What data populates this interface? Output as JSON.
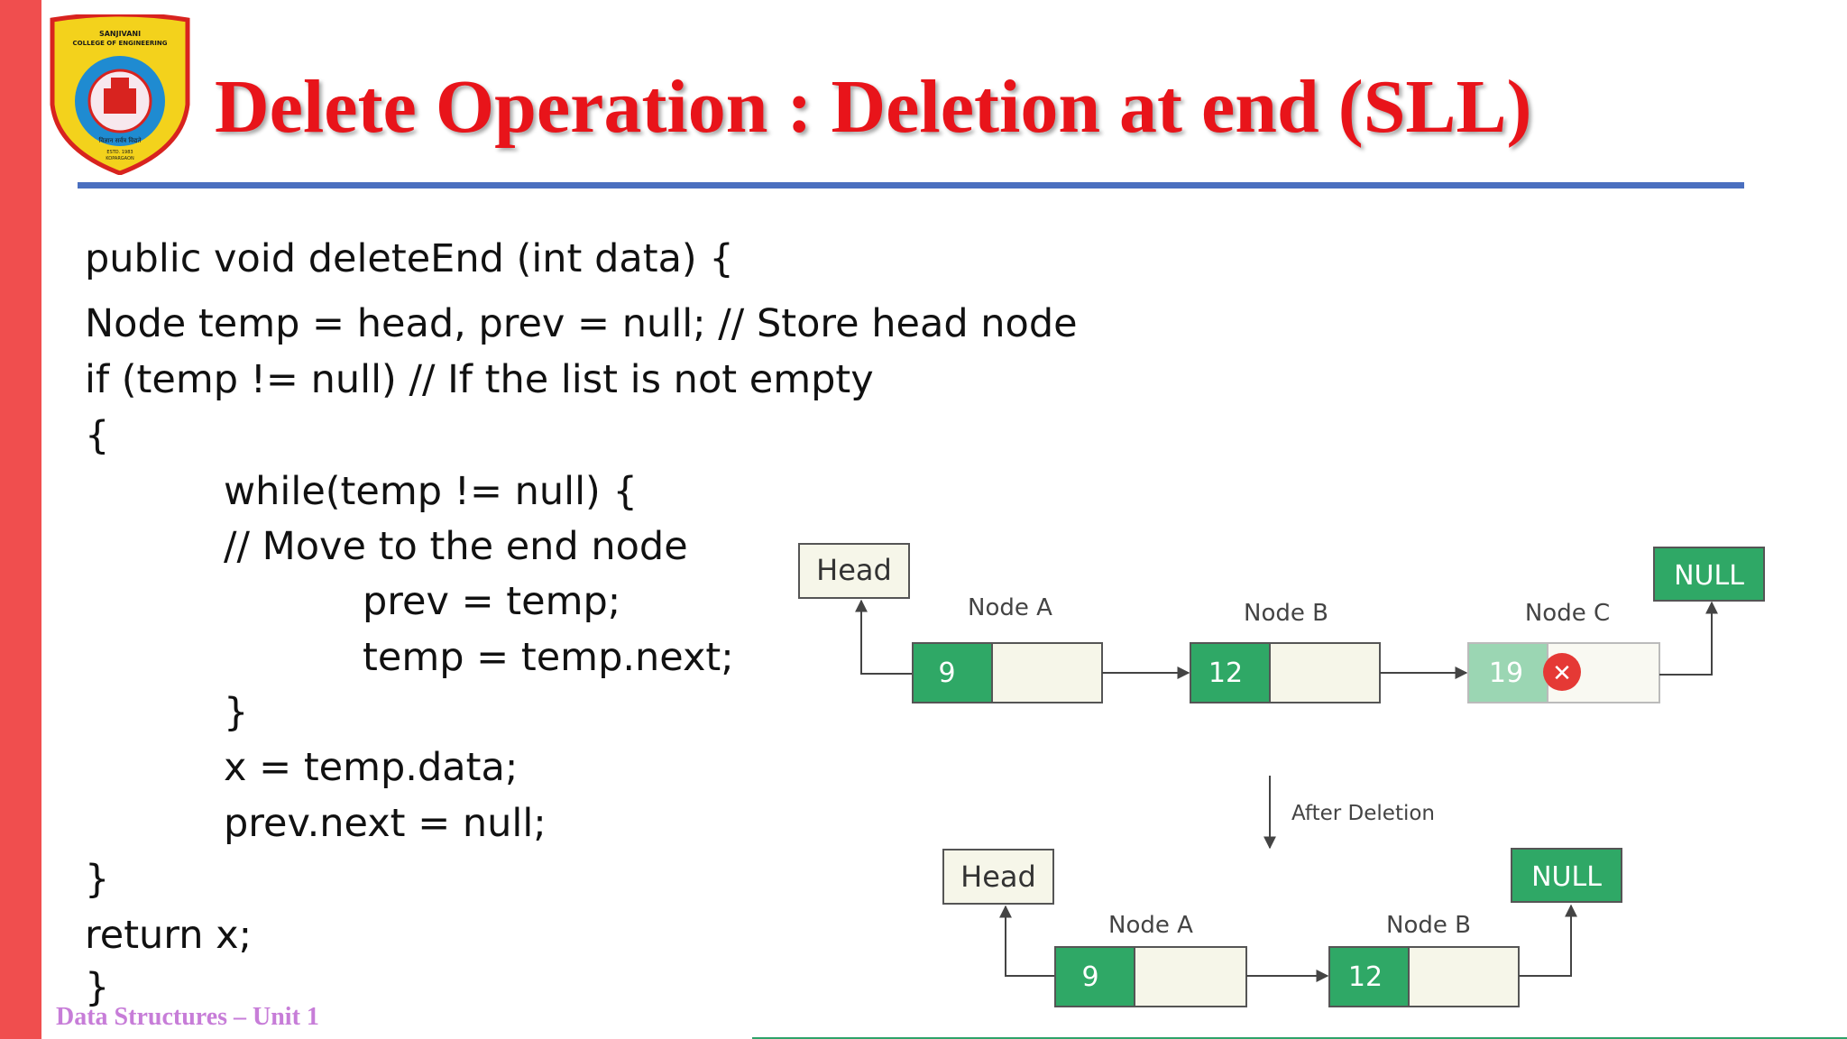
{
  "header": {
    "title": "Delete Operation : Deletion at end (SLL)",
    "logo_text_top": "SANJIVANI",
    "logo_text_line2": "COLLEGE OF ENGINEERING",
    "logo_text_motto": "विज्ञान सर्वत्र विद्यते",
    "logo_text_estd": "ESTD. 1983",
    "logo_text_place": "KOPARGAON"
  },
  "code_lines": [
    "public void deleteEnd (int data) {",
    "Node temp = head, prev = null; // Store head node",
    "if (temp != null) // If the list is not empty",
    "{",
    "while(temp != null) {",
    "// Move to the end node",
    "prev = temp;",
    "temp = temp.next;",
    "}",
    "x = temp.data;",
    "prev.next = null;",
    "}",
    "return x;",
    "}"
  ],
  "diagram": {
    "before": {
      "head_label": "Head",
      "null_label": "NULL",
      "nodes": [
        {
          "name": "Node A",
          "value": "9"
        },
        {
          "name": "Node B",
          "value": "12"
        },
        {
          "name": "Node C",
          "value": "19"
        }
      ],
      "delete_mark": "✕"
    },
    "transition_label": "After Deletion",
    "after": {
      "head_label": "Head",
      "null_label": "NULL",
      "nodes": [
        {
          "name": "Node A",
          "value": "9"
        },
        {
          "name": "Node B",
          "value": "12"
        }
      ]
    },
    "colors": {
      "node_green": "#2fa866",
      "node_faded_green": "#9bd6b3",
      "node_light": "#f6f6e9",
      "delete_red": "#e53935",
      "null_green": "#2fa866"
    }
  },
  "footer": {
    "text": "Data Structures – Unit 1"
  }
}
